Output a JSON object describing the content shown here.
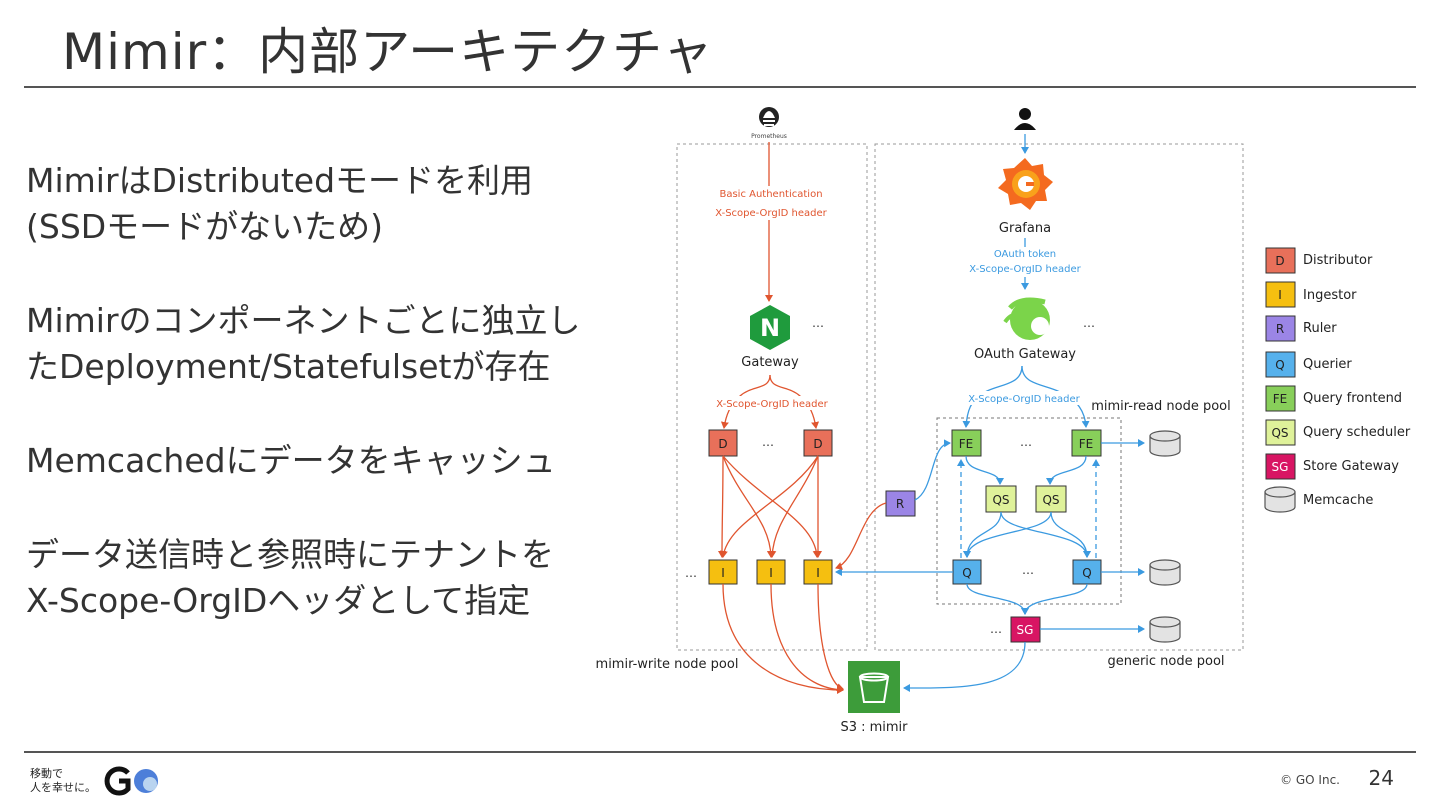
{
  "title": "Mimir：内部アーキテクチャ",
  "bullets": [
    [
      "MimirはDistributedモードを利用",
      "(SSDモードがないため)"
    ],
    [
      "Mimirのコンポーネントごとに独立し",
      "たDeployment/Statefulsetが存在"
    ],
    [
      "Memcachedにデータをキャッシュ"
    ],
    [
      "データ送信時と参照時にテナントを",
      "X-Scope-OrgIDヘッダとして指定"
    ]
  ],
  "diagram": {
    "prometheus_label": "Prometheus",
    "write_edge_label_1": "Basic Authentication",
    "write_edge_label_2": "X-Scope-OrgID header",
    "gateway_icon_letter": "N",
    "gateway_label": "Gateway",
    "ellipsis": "…",
    "gateway_out_label": "X-Scope-OrgID header",
    "grafana_label": "Grafana",
    "read_edge_label_1": "OAuth token",
    "read_edge_label_2": "X-Scope-OrgID header",
    "oauth_gateway_label": "OAuth Gateway",
    "oauth_out_label": "X-Scope-OrgID header",
    "read_pool_label": "mimir-read node pool",
    "write_pool_label": "mimir-write node pool",
    "generic_pool_label": "generic node pool",
    "s3_label": "S3 : mimir",
    "node_D": "D",
    "node_I": "I",
    "node_R": "R",
    "node_FE": "FE",
    "node_QS": "QS",
    "node_Q": "Q",
    "node_SG": "SG",
    "colors": {
      "distributor": "#e8705a",
      "ingestor": "#f5bf10",
      "ruler": "#9b85e6",
      "querier": "#56b1ec",
      "frontend": "#88cf5a",
      "scheduler": "#dff29a",
      "store_gateway": "#d81563",
      "write_arrow": "#e0552f",
      "read_arrow": "#3b9ae0",
      "s3": "#3d9c3a",
      "nginx": "#1f9b3d"
    }
  },
  "legend": [
    {
      "code": "D",
      "label": "Distributor"
    },
    {
      "code": "I",
      "label": "Ingestor"
    },
    {
      "code": "R",
      "label": "Ruler"
    },
    {
      "code": "Q",
      "label": "Querier"
    },
    {
      "code": "FE",
      "label": "Query frontend"
    },
    {
      "code": "QS",
      "label": "Query scheduler"
    },
    {
      "code": "SG",
      "label": "Store Gateway"
    },
    {
      "code": "",
      "label": "Memcache"
    }
  ],
  "footer": {
    "slogan_line1": "移動で",
    "slogan_line2": "人を幸せに。",
    "copyright": "© GO Inc.",
    "page_number": "24"
  }
}
